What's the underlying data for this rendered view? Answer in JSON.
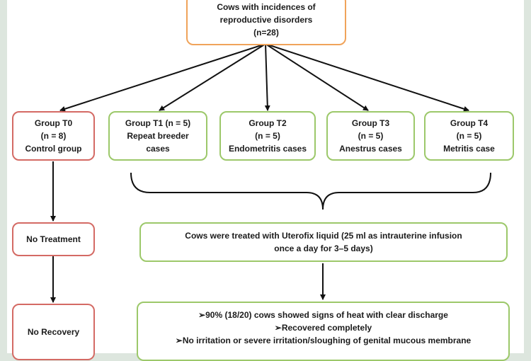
{
  "root": {
    "line1": "Cows with incidences of",
    "line2": "reproductive disorders",
    "line3": "(n=28)"
  },
  "groups": [
    {
      "line1": "Group T0",
      "line2": "(n = 8)",
      "line3": "Control group"
    },
    {
      "line1": "Group T1 (n = 5)",
      "line2": "Repeat breeder",
      "line3": "cases"
    },
    {
      "line1": "Group T2",
      "line2": "(n = 5)",
      "line3": "Endometritis cases"
    },
    {
      "line1": "Group T3",
      "line2": "(n = 5)",
      "line3": "Anestrus cases"
    },
    {
      "line1": "Group T4",
      "line2": "(n = 5)",
      "line3": "Metritis case"
    }
  ],
  "no_treatment": "No Treatment",
  "no_recovery": "No Recovery",
  "treatment": {
    "line1": "Cows were treated with Uterofix liquid (25 ml as intrauterine infusion",
    "line2": "once a day for 3–5 days)"
  },
  "results": [
    "➢90% (18/20) cows showed signs of heat with clear discharge",
    "➢Recovered completely",
    "➢No irritation or severe irritation/sloughing of genital mucous membrane"
  ]
}
